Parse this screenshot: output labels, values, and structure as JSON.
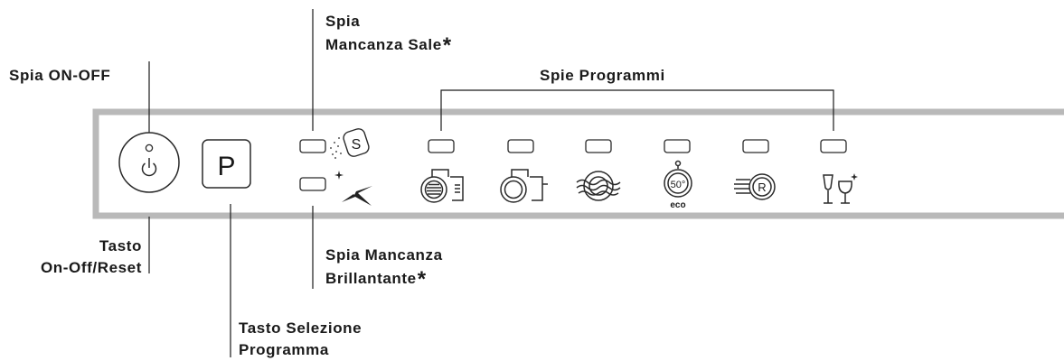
{
  "labels": {
    "spia_on_off": "Spia ON-OFF",
    "spia_sale_line1": "Spia",
    "spia_sale_line2": "Mancanza Sale",
    "spie_programmi": "Spie Programmi",
    "tasto_onoff_line1": "Tasto",
    "tasto_onoff_line2": "On-Off/Reset",
    "tasto_selezione_line1": "Tasto Selezione",
    "tasto_selezione_line2": "Programma",
    "spia_brillantante_line1": "Spia Mancanza",
    "spia_brillantante_line2": "Brillantante",
    "asterisk": "*"
  },
  "panel": {
    "program_button_letter": "P",
    "salt_symbol_letter": "S",
    "eco_temperature": "50°",
    "eco_label": "eco",
    "rapid_letter": "R"
  },
  "icons": [
    "power-icon",
    "salt-icon",
    "rinse-aid-icon",
    "intensive-program-icon",
    "normal-program-icon",
    "wash-program-icon",
    "eco-50-program-icon",
    "rapid-program-icon",
    "glasses-program-icon"
  ]
}
